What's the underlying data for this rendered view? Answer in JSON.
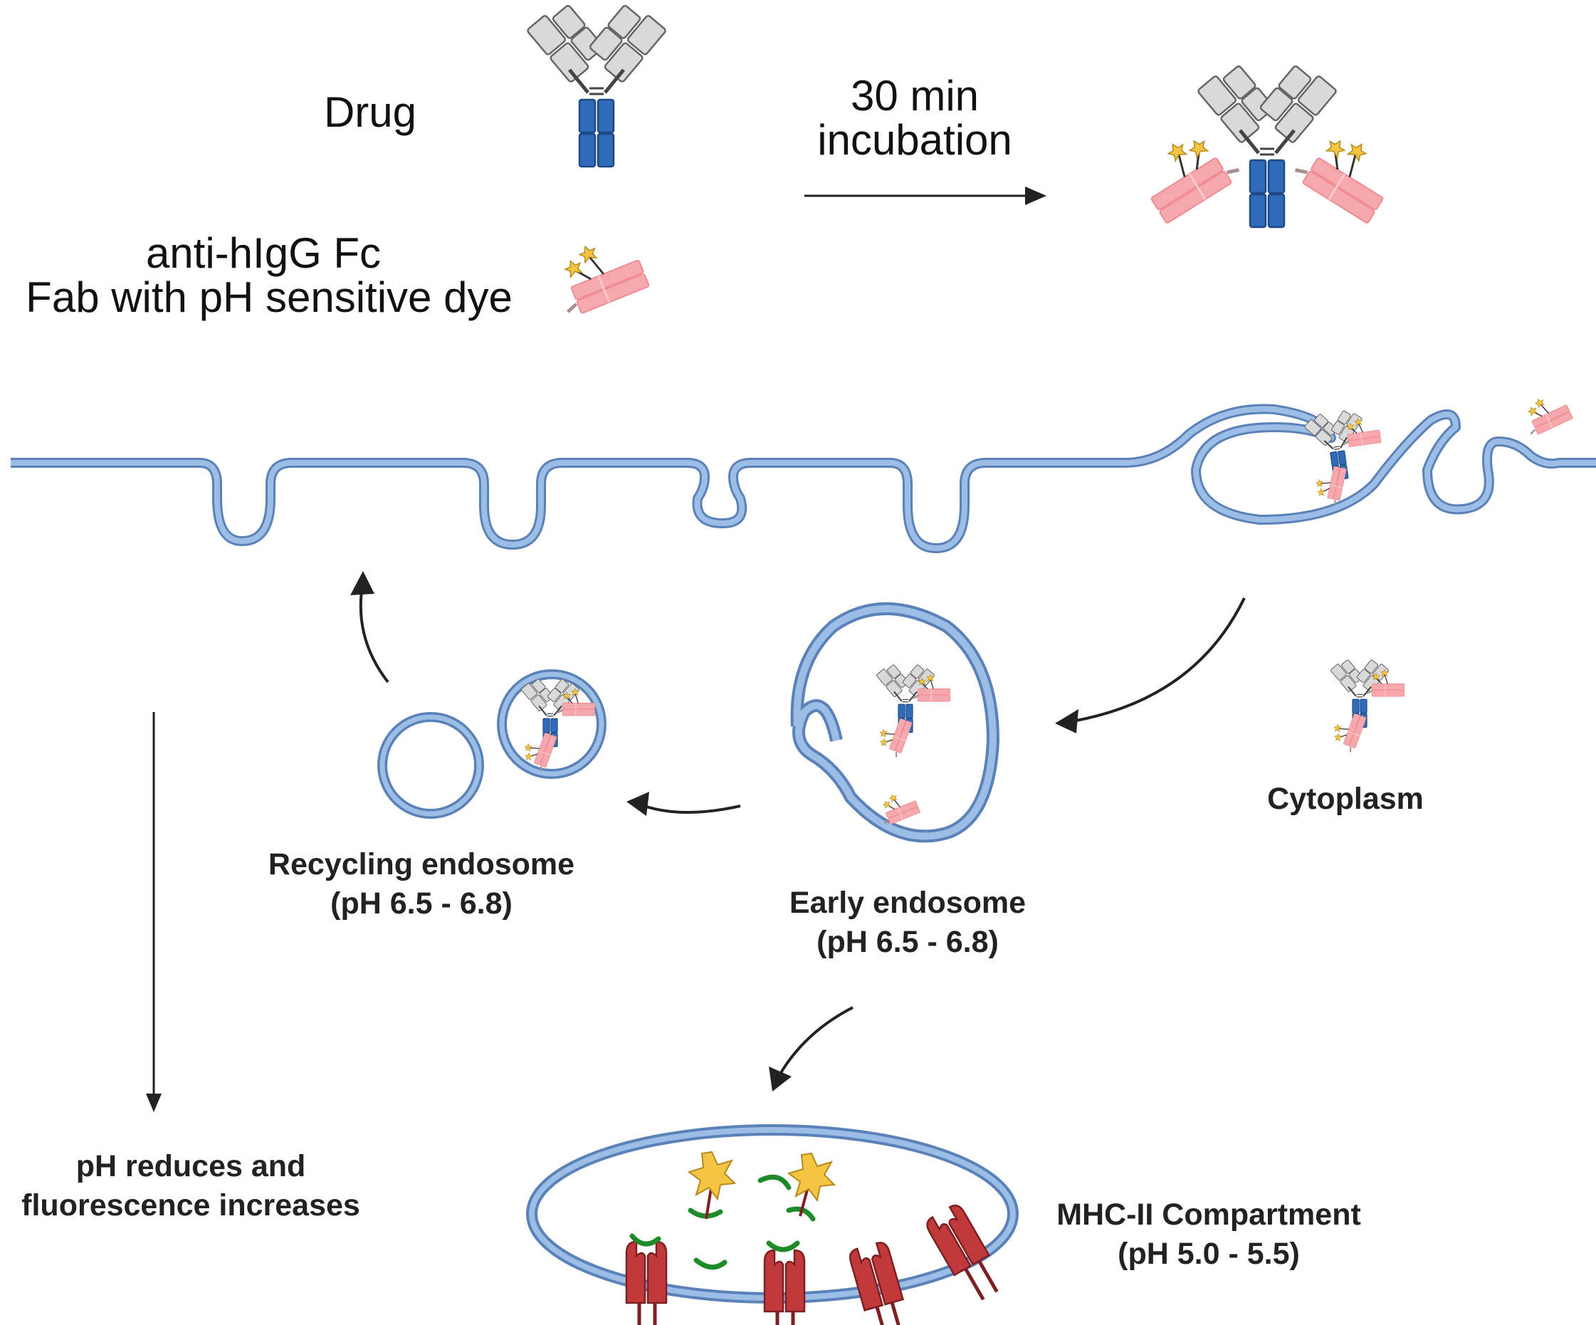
{
  "labels": {
    "drug": "Drug",
    "fab_line1": "anti-hIgG Fc",
    "fab_line2": "Fab with pH sensitive dye",
    "incubation_line1": "30 min",
    "incubation_line2": "incubation",
    "cytoplasm": "Cytoplasm",
    "recycling_line1": "Recycling endosome",
    "recycling_line2": "(pH 6.5 - 6.8)",
    "early_line1": "Early endosome",
    "early_line2": "(pH 6.5 - 6.8)",
    "mhc_line1": "MHC-II Compartment",
    "mhc_line2": "(pH 5.0 - 5.5)",
    "ph_line1": "pH reduces and",
    "ph_line2": "fluorescence increases"
  },
  "colors": {
    "membrane_fill": "#9bbde6",
    "membrane_stroke": "#5a82b8",
    "antibody_fc": "#2f6bb8",
    "antibody_fab": "#d9d9d9",
    "fab_pink": "#f6a9ad",
    "dye_yellow": "#f4c542",
    "mhc_red": "#c0393b",
    "peptide_green": "#1f8a2a",
    "arrow": "#222222"
  }
}
